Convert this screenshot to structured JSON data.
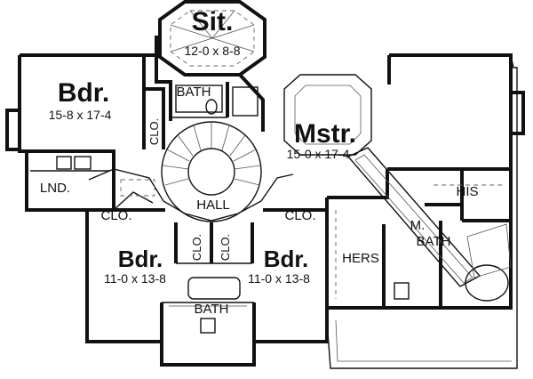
{
  "rooms": {
    "sitting": {
      "name": "Sit.",
      "dims": "12-0 x 8-8"
    },
    "bedroom_nw": {
      "name": "Bdr.",
      "dims": "15-8 x 17-4"
    },
    "bath_north": {
      "name": "BATH"
    },
    "closet_north": {
      "name": "CLO."
    },
    "master": {
      "name": "Mstr.",
      "dims": "15-0 x 17-4"
    },
    "laundry": {
      "name": "LND."
    },
    "hall": {
      "name": "HALL"
    },
    "closet_west": {
      "name": "CLO."
    },
    "closet_east": {
      "name": "CLO."
    },
    "bedroom_sw": {
      "name": "Bdr.",
      "dims": "11-0 x 13-8"
    },
    "bedroom_se": {
      "name": "Bdr.",
      "dims": "11-0 x 13-8"
    },
    "closet_mid_left": {
      "name": "CLO."
    },
    "closet_mid_right": {
      "name": "CLO."
    },
    "bath_south": {
      "name": "BATH"
    },
    "his": {
      "name": "HIS"
    },
    "hers": {
      "name": "HERS"
    },
    "master_bath": {
      "line1": "M.",
      "line2": "BATH"
    }
  }
}
